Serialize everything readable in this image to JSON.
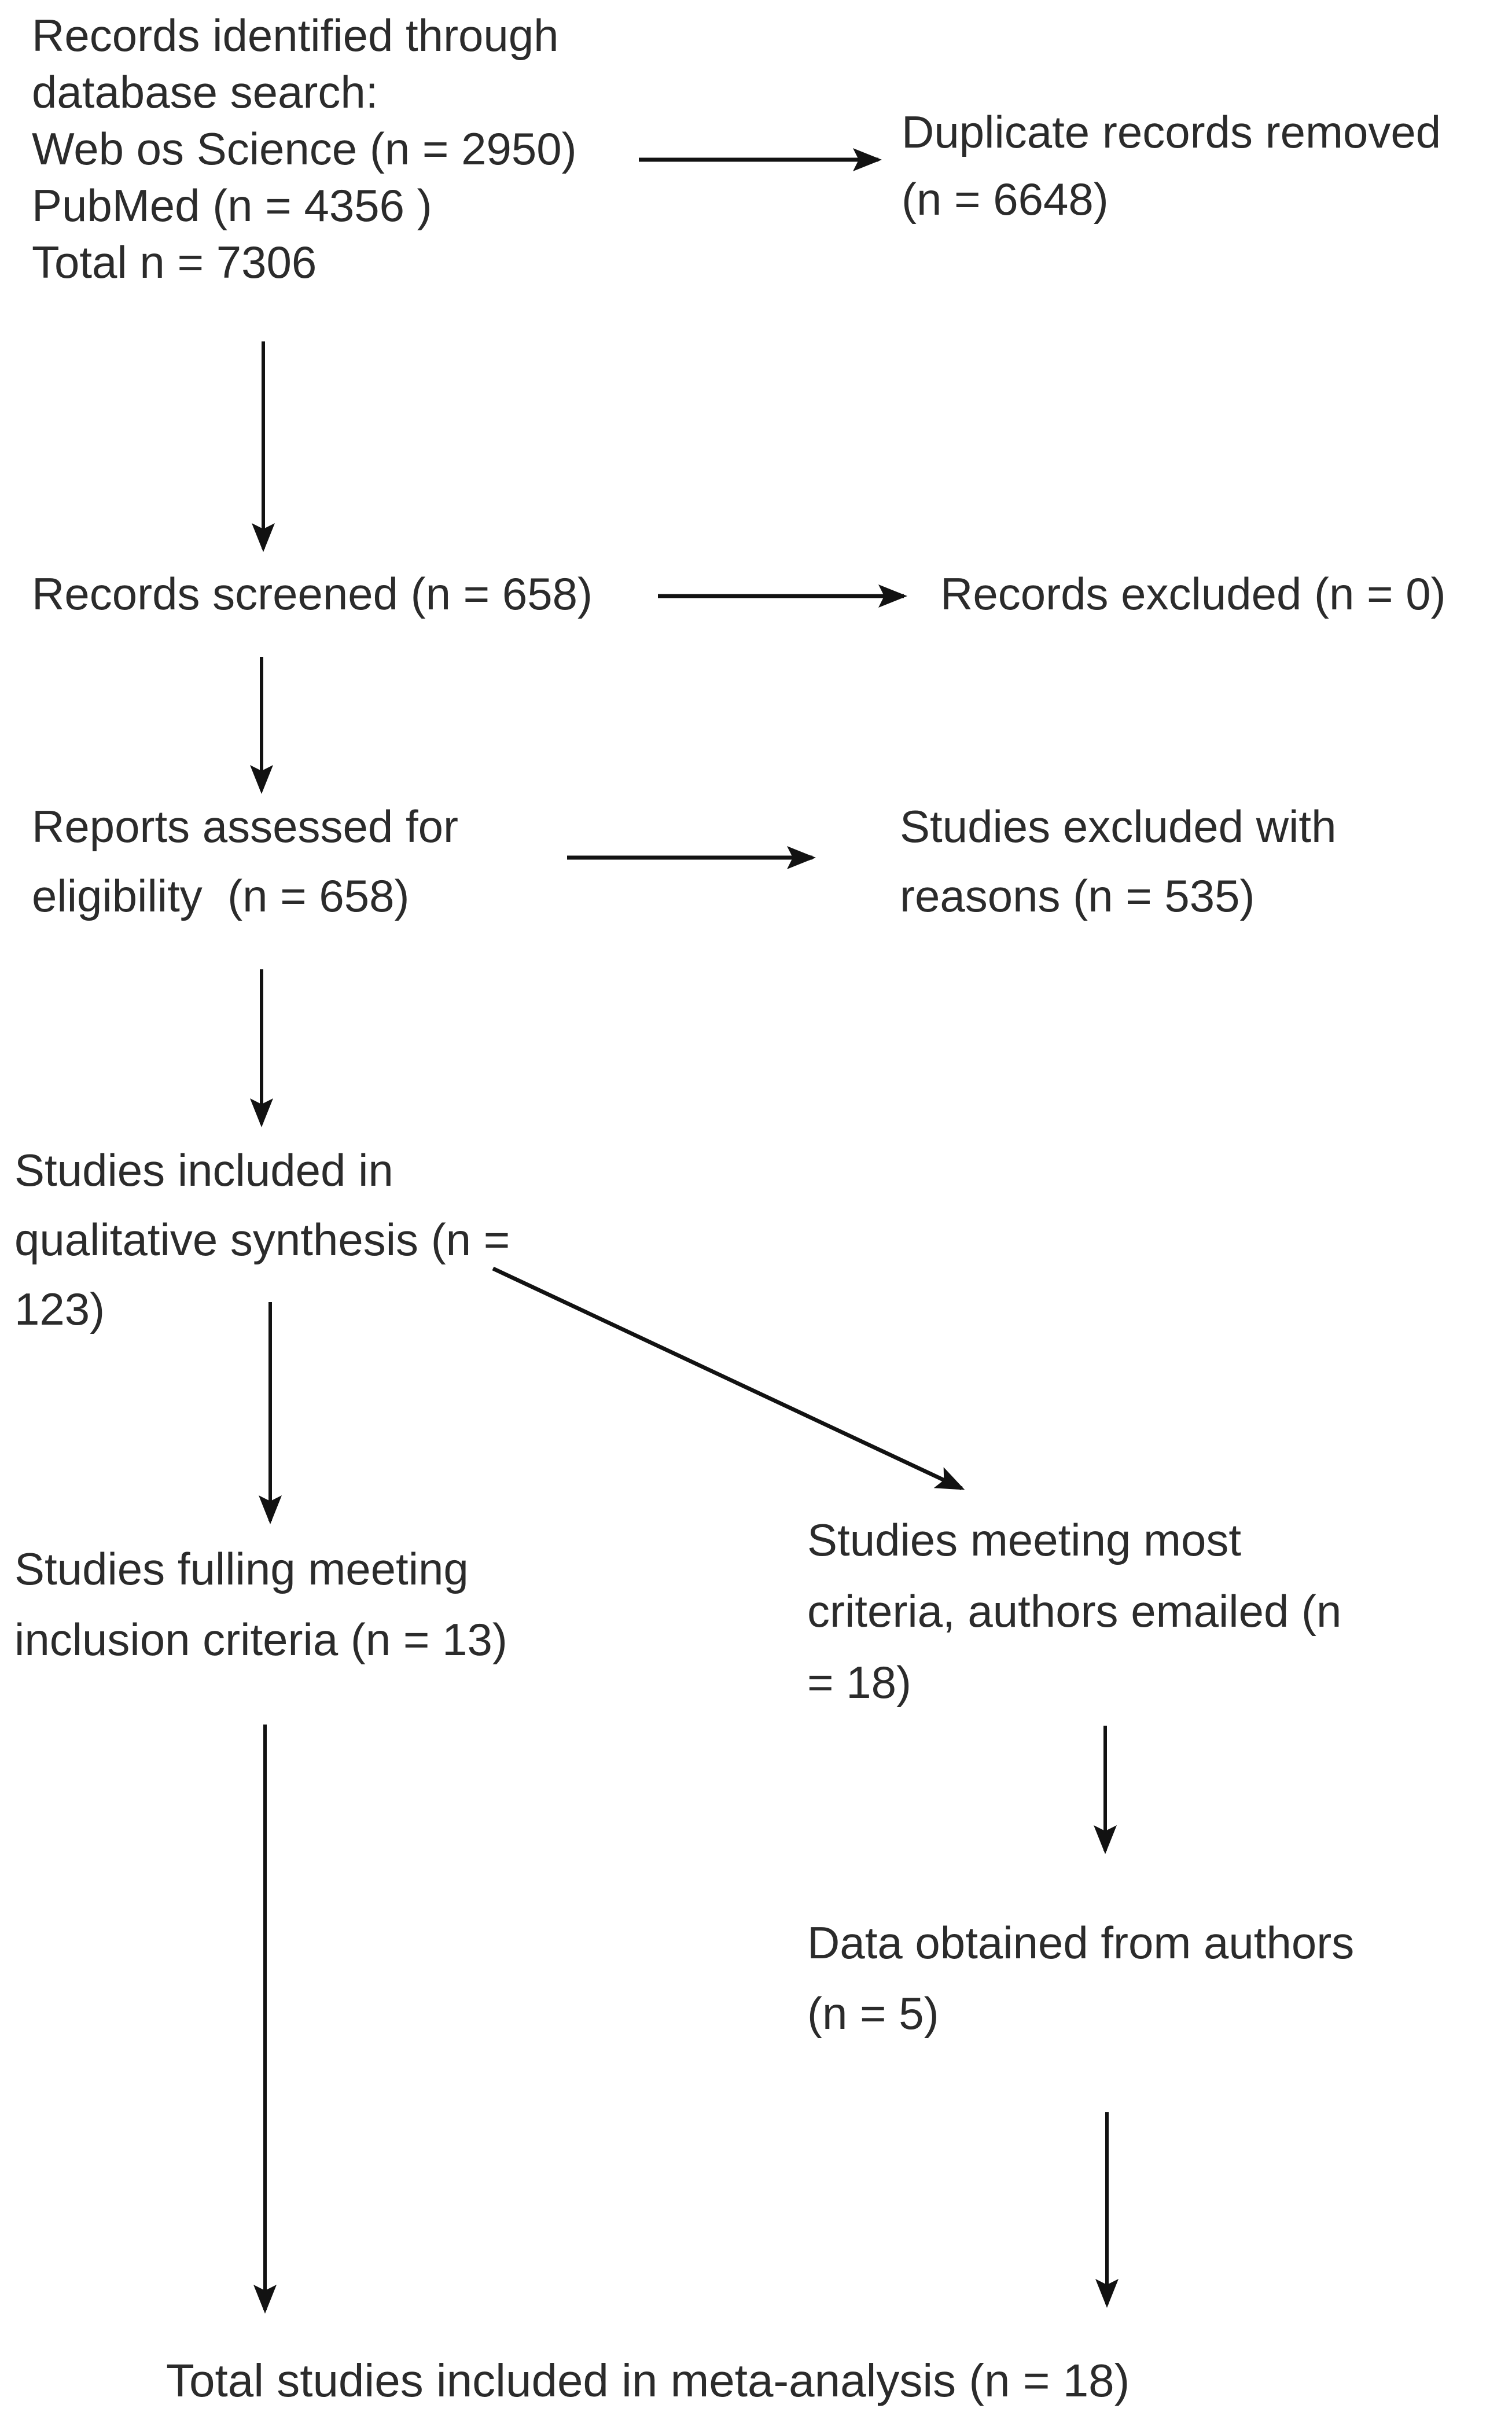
{
  "figure": {
    "type": "flow-diagram",
    "background_color": "#ffffff",
    "text_color": "#2b2b2b",
    "arrow_color": "#121212",
    "nodes": {
      "identified": {
        "lines": [
          "Records identified through",
          "database search:",
          "Web os Science (n = 2950)",
          "PubMed (n = 4356 )",
          "Total n = 7306"
        ]
      },
      "duplicates_removed": {
        "lines": [
          "Duplicate records removed",
          "(n = 6648)"
        ]
      },
      "screened": {
        "lines": [
          "Records screened (n = 658)"
        ]
      },
      "records_excluded": {
        "lines": [
          "Records excluded (n = 0)"
        ]
      },
      "assessed": {
        "lines": [
          "Reports assessed for",
          "eligibility  (n = 658)"
        ]
      },
      "excluded_with_reasons": {
        "lines": [
          "Studies excluded with",
          "reasons (n = 535)"
        ]
      },
      "qualitative_synthesis": {
        "lines": [
          "Studies included in",
          "qualitative synthesis (n =",
          "123)"
        ]
      },
      "full_inclusion": {
        "lines": [
          "Studies fulling meeting",
          "inclusion criteria (n = 13)"
        ]
      },
      "most_criteria_emailed": {
        "lines": [
          "Studies meeting most",
          "criteria, authors emailed (n",
          "= 18)"
        ]
      },
      "data_obtained": {
        "lines": [
          "Data obtained from authors",
          "(n = 5)"
        ]
      },
      "total_included": {
        "lines": [
          "Total studies included in meta-analysis (n = 18)"
        ]
      }
    }
  }
}
